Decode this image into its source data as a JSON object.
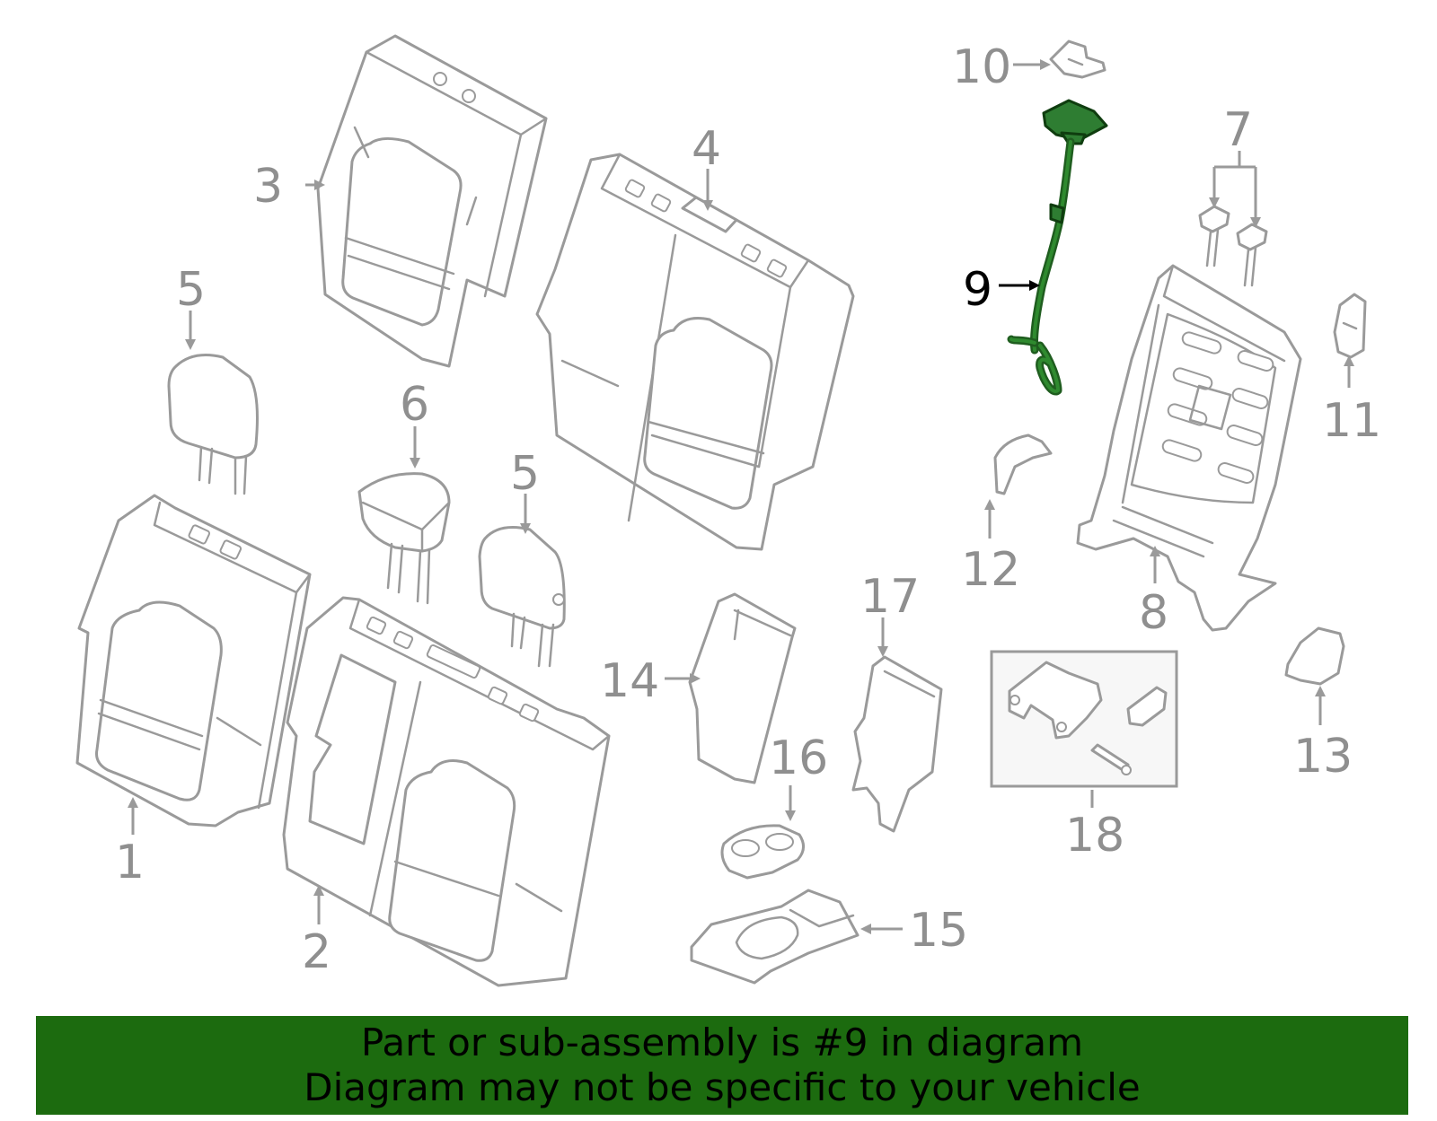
{
  "diagram": {
    "highlighted_part": "9",
    "highlight_color": "#2e7d32",
    "line_color": "#9a9a9a",
    "callouts": {
      "c1": "1",
      "c2": "2",
      "c3": "3",
      "c4": "4",
      "c5a": "5",
      "c5b": "5",
      "c6": "6",
      "c7": "7",
      "c8": "8",
      "c9": "9",
      "c10": "10",
      "c11": "11",
      "c12": "12",
      "c13": "13",
      "c14": "14",
      "c15": "15",
      "c16": "16",
      "c17": "17",
      "c18": "18"
    }
  },
  "banner": {
    "line1": "Part or sub-assembly is #9 in diagram",
    "line2": "Diagram may not be specific to your vehicle",
    "background": "#1c6b0f"
  }
}
